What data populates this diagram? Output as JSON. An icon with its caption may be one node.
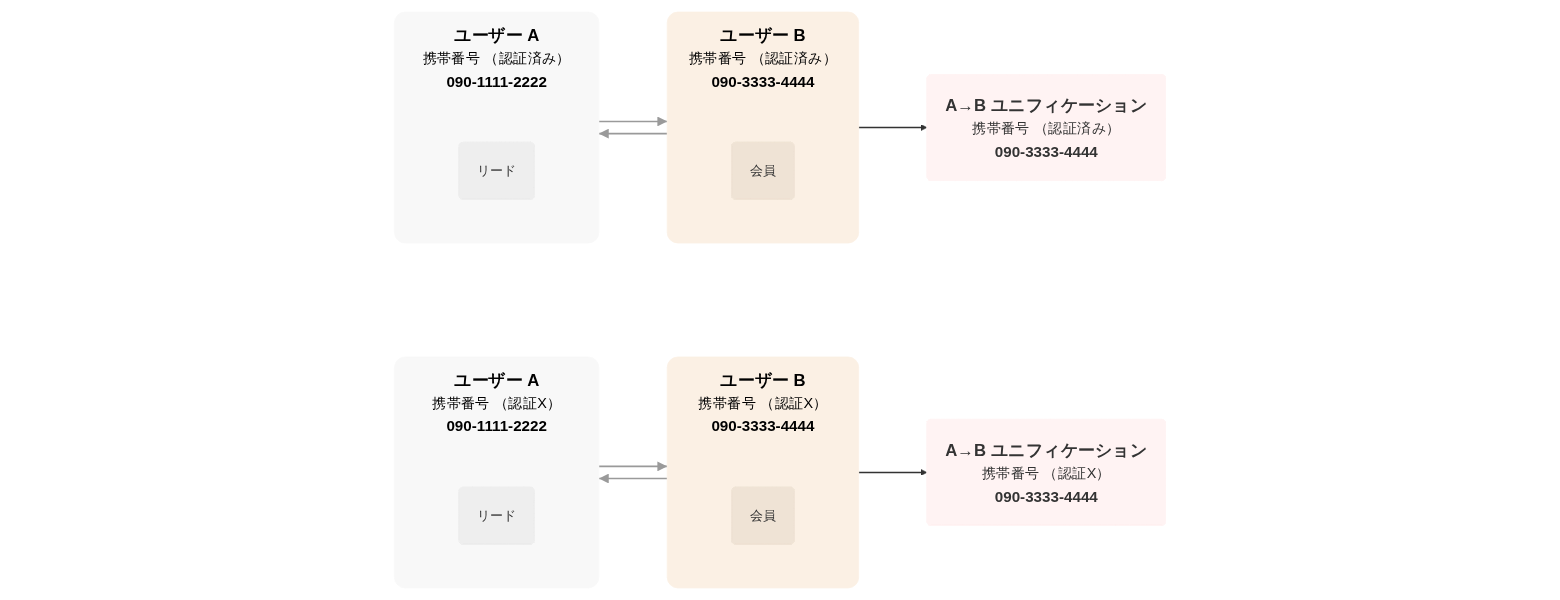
{
  "diagram": {
    "nodes": [
      {
        "text": [
          "ユーザー A",
          "携帯番号 （認証済み）",
          "090-1111-2222"
        ]
      },
      {
        "text": [
          "リード"
        ],
        "in": 0
      },
      {
        "text": [
          "ユーザー B",
          "携帯番号 （認証済み）",
          "090-3333-4444"
        ]
      },
      {
        "text": [
          "会員"
        ],
        "in": 2
      },
      {
        "text": [
          "A→B ユニフィケーション",
          "携帯番号 （認証済み）",
          "090-3333-4444"
        ]
      },
      {
        "text": [
          "ユーザー A",
          "携帯番号 （認証X）",
          "090-1111-2222"
        ]
      },
      {
        "text": [
          "リード"
        ],
        "in": 5
      },
      {
        "text": [
          "ユーザー B",
          "携帯番号 （認証X）",
          "090-3333-4444"
        ]
      },
      {
        "text": [
          "会員"
        ],
        "in": 7
      },
      {
        "text": [
          "A→B ユニフィケーション",
          "携帯番号 （認証X）",
          "090-3333-4444"
        ]
      }
    ],
    "edges": [
      {
        "from": 0,
        "to": 2,
        "arrow": "to"
      },
      {
        "from": 2,
        "to": 0,
        "arrow": "to"
      },
      {
        "from": 2,
        "to": 4,
        "arrow": "to",
        "color": "#333333"
      },
      {
        "from": 5,
        "to": 7,
        "arrow": "to"
      },
      {
        "from": 7,
        "to": 5,
        "arrow": "to"
      },
      {
        "from": 7,
        "to": 9,
        "arrow": "to",
        "color": "#333333"
      }
    ]
  }
}
